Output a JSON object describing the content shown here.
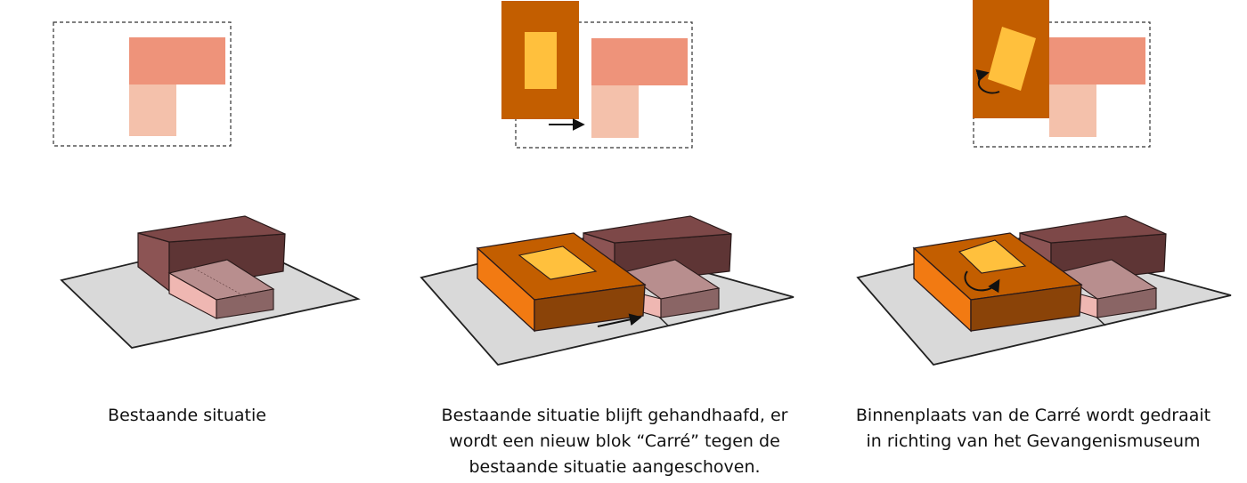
{
  "colors": {
    "dashed_outline": "#333333",
    "existing_main_plan": "#ee937a",
    "existing_wing_plan": "#f4c1ab",
    "carre_plan": "#c35e00",
    "courtyard": "#ffc03d",
    "ground": "#d9d9d9",
    "existing_main_top": "#7d4848",
    "existing_main_side": "#8c5454",
    "existing_main_front": "#5e3535",
    "existing_wing_top": "#b88e8e",
    "existing_wing_side": "#efb7b2",
    "existing_wing_front": "#8a6565",
    "carre_top": "#c35e00",
    "carre_side": "#f27a12",
    "carre_front": "#8a4308",
    "arrow": "#111111"
  },
  "icons": [
    "right-arrow-icon",
    "rotate-arrow-icon"
  ],
  "panels": [
    {
      "id": "existing",
      "caption_lines": [
        "Bestaande situatie"
      ]
    },
    {
      "id": "new-block",
      "caption_lines": [
        "Bestaande situatie blijft gehandhaafd, er",
        "wordt een nieuw blok “Carré” tegen de",
        "bestaande situatie aangeschoven."
      ]
    },
    {
      "id": "rotated",
      "caption_lines": [
        "Binnenplaats van de Carré wordt gedraait",
        "in richting van het Gevangenismuseum"
      ]
    }
  ]
}
